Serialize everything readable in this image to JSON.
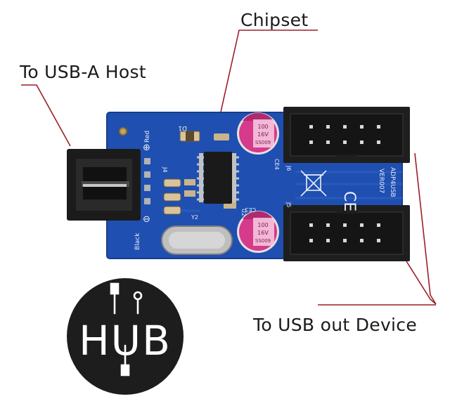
{
  "callouts": {
    "chipset": "Chipset",
    "host": "To USB-A Host",
    "device": "To USB out Device"
  },
  "board": {
    "pcb_color": "#1f4fb0",
    "silkscreen": {
      "red": "Red",
      "black": "Black",
      "plus": "⊕",
      "minus": "⊖",
      "version": "VER007",
      "model": "ADP4USB",
      "ce": "CE",
      "j4": "J4",
      "j5": "J5",
      "j6": "J6",
      "d1": "D1",
      "ce3": "CE3",
      "ce4": "CE4",
      "u2": "U2",
      "y2": "Y2"
    },
    "capacitor_top": {
      "line1": "100",
      "line2": "16V",
      "line3": "SS009"
    },
    "capacitor_bottom": {
      "line1": "100",
      "line2": "16V",
      "line3": "SS009"
    }
  },
  "logo": {
    "text": "HUB",
    "color": "#1d1d1d"
  },
  "colors": {
    "leader": "#9c1f26"
  }
}
